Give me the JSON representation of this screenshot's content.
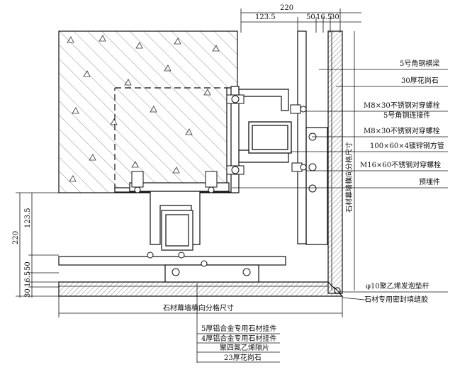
{
  "dimensions": {
    "top_total": "220",
    "top_a": "123.5",
    "top_b": "50",
    "top_c": "16.5",
    "top_d": "30",
    "left_total": "220",
    "left_a": "123.5",
    "left_b": "50",
    "left_c": "16.5",
    "left_d": "30"
  },
  "callouts_right": [
    "5号角钢横梁",
    "30厚花岗石",
    "M8×30不锈钢对穿螺栓",
    "5号角钢连接件",
    "M8×30不锈钢对穿螺栓",
    "100×60×4镀锌钢方管",
    "M16×60不锈钢对穿螺栓",
    "预埋件"
  ],
  "callouts_corner": [
    "φ10聚乙烯发泡垫杆",
    "石材专用密封填缝胶"
  ],
  "callouts_bottom": [
    "5厚铝合金专用石材挂件",
    "4厚铝合金专用石材挂件",
    "聚四氟乙烯隔片",
    "23厚花岗石"
  ],
  "vertical_label": "石材幕墙横向分格尺寸",
  "horizontal_label": "石材幕墙横向分格尺寸"
}
